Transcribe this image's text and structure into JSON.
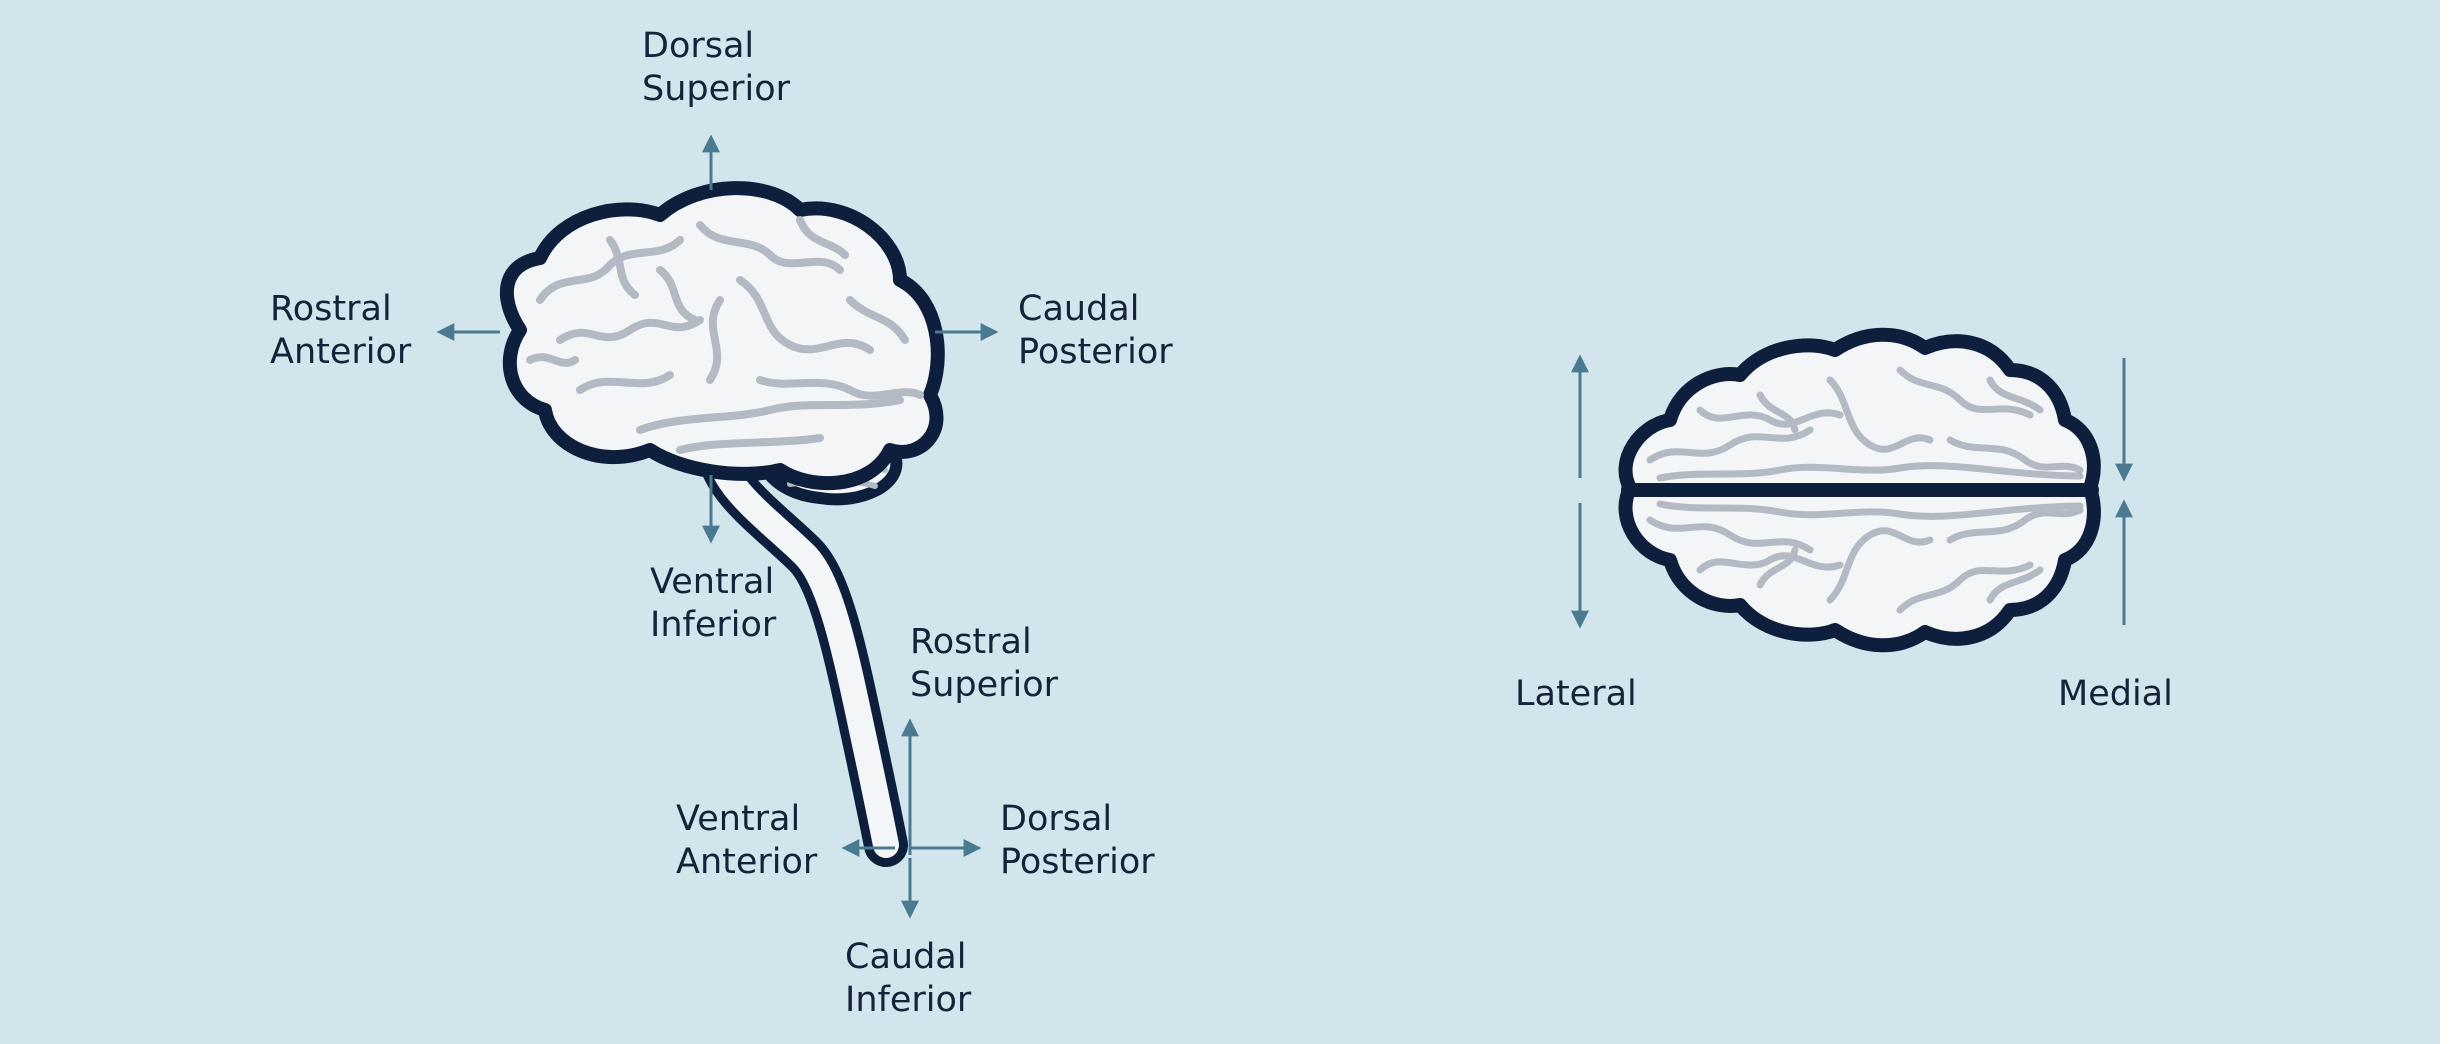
{
  "colors": {
    "background": "#d3e5ec",
    "outline": "#0d1f3c",
    "brain_fill": "#f4f5f7",
    "gyri": "#b3bac3",
    "arrow": "#4a7a92",
    "text": "#14233a"
  },
  "sagittal_view": {
    "brain_labels": {
      "top": [
        "Dorsal",
        "Superior"
      ],
      "front": [
        "Rostral",
        "Anterior"
      ],
      "back": [
        "Caudal",
        "Posterior"
      ],
      "bottom": [
        "Ventral",
        "Inferior"
      ]
    },
    "spinal_labels": {
      "top": [
        "Rostral",
        "Superior"
      ],
      "front": [
        "Ventral",
        "Anterior"
      ],
      "back": [
        "Dorsal",
        "Posterior"
      ],
      "bottom": [
        "Caudal",
        "Inferior"
      ]
    }
  },
  "coronal_view": {
    "left_label": "Lateral",
    "right_label": "Medial"
  }
}
